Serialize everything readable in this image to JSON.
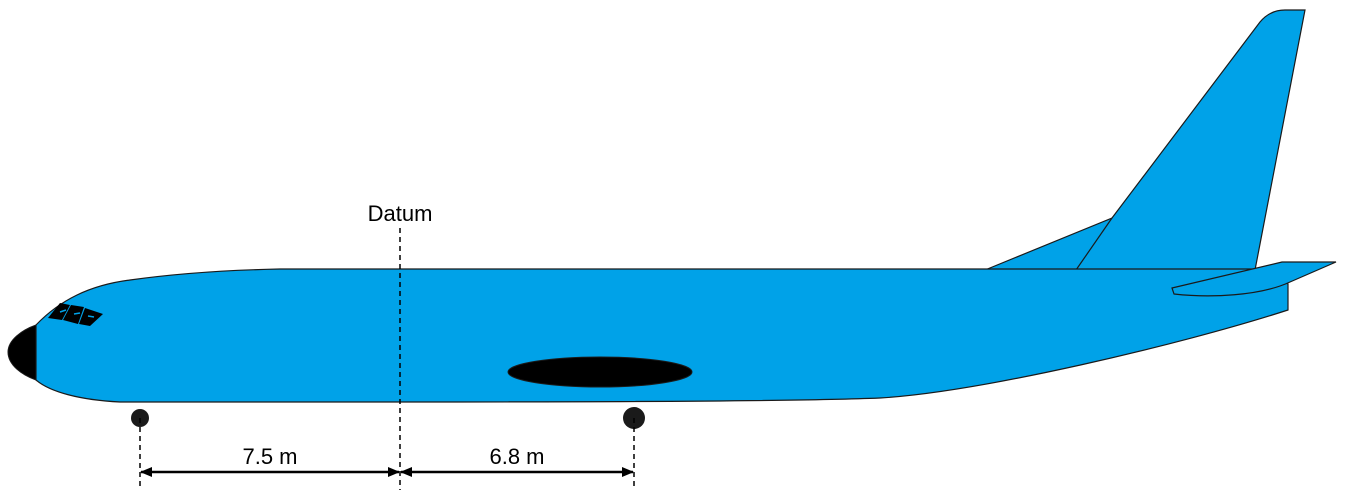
{
  "diagram": {
    "datum_label": "Datum",
    "nose_gear_distance_label": "7.5 m",
    "main_gear_distance_label": "6.8 m",
    "colors": {
      "fuselage": "#00A2E8",
      "outline": "#1a1a1a",
      "dimension_line": "#000000",
      "background": "#ffffff"
    }
  }
}
